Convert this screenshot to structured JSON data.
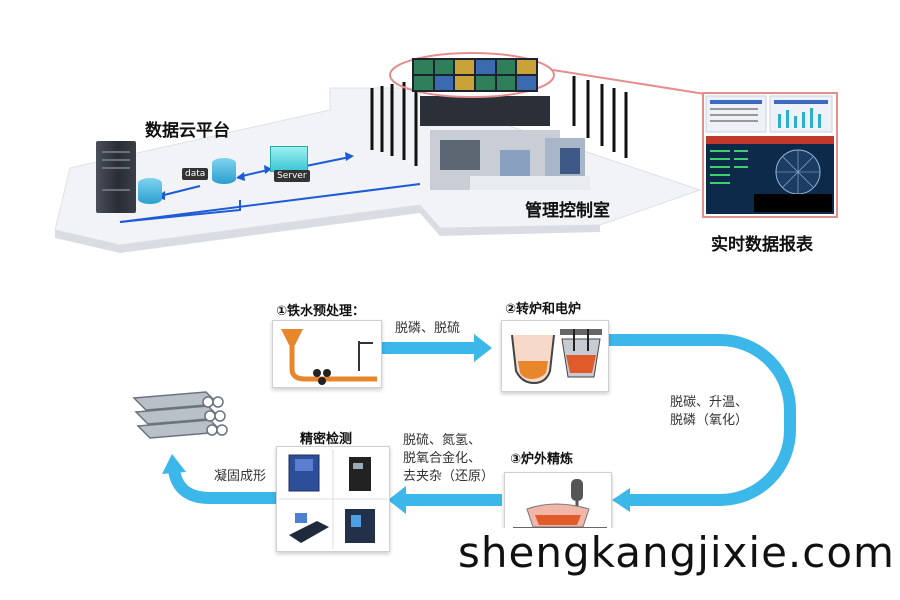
{
  "cloud": {
    "title": "数据云平台",
    "data_tag": "data",
    "server_tag": "Server"
  },
  "control_room": {
    "title": "管理控制室"
  },
  "report": {
    "title": "实时数据报表"
  },
  "steps": [
    {
      "title": "①铁水预处理：",
      "note": "脱磷、脱硫"
    },
    {
      "title": "②转炉和电炉",
      "note_lines": [
        "脱碳、升温、",
        "脱磷（氧化）"
      ]
    },
    {
      "title": "③炉外精炼",
      "note_lines": [
        "脱硫、氮氢、",
        "脱氧合金化、",
        "去夹杂（还原）"
      ]
    }
  ],
  "inspection": {
    "title": "精密检测",
    "note": "凝固成形"
  },
  "watermark": "shengkangjixie.com",
  "colors": {
    "arrow": "#3cb7ea",
    "report_border": "#e58e8e",
    "cloud_line": "#1e5bd6"
  }
}
